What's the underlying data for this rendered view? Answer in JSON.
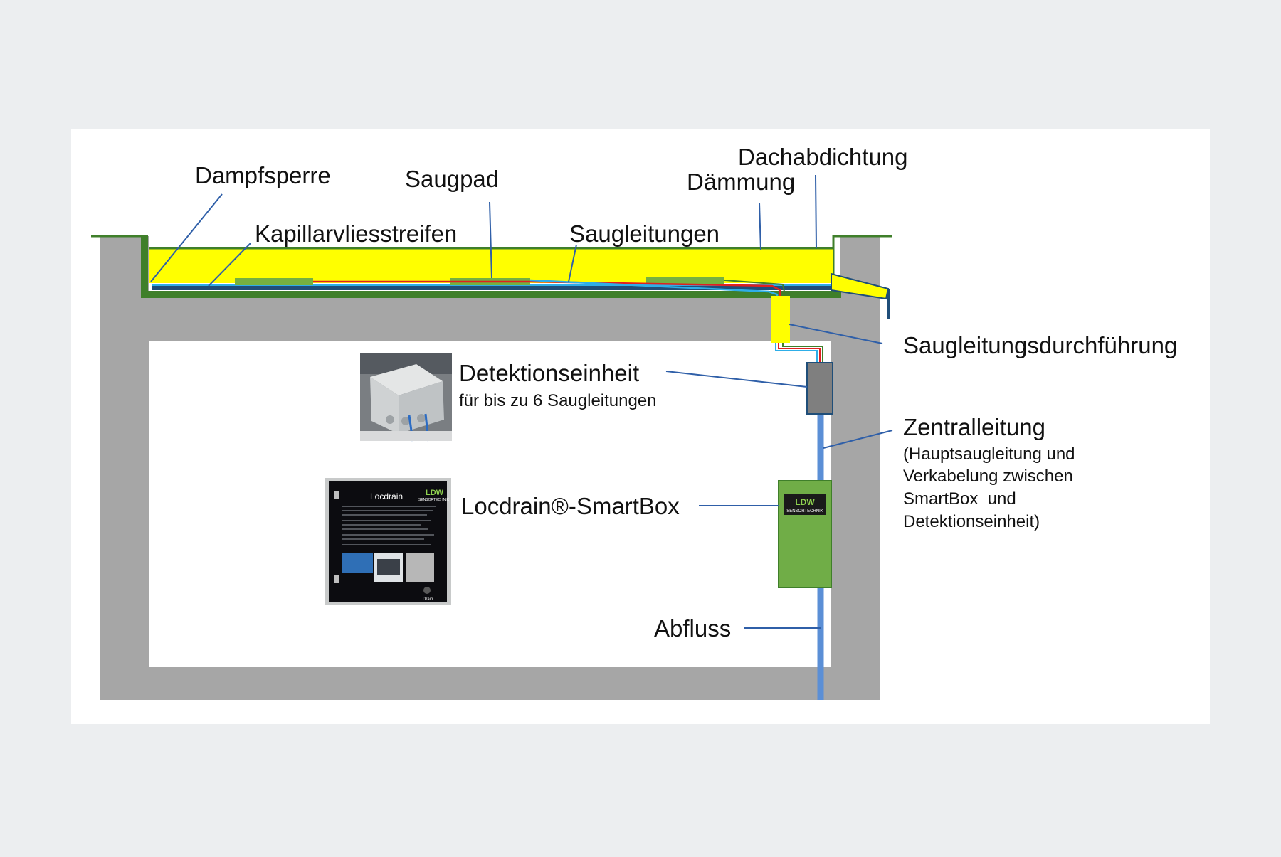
{
  "colors": {
    "background": "#eceef0",
    "panel": "#ffffff",
    "concrete": "#a6a6a6",
    "insulation": "#ffff00",
    "membrane": "#3f7f2a",
    "vapour_barrier": "#1f4e79",
    "pad": "#76b041",
    "pipe": "#5b8fd6",
    "suction_red": "#e02020",
    "suction_blue": "#2eaee8",
    "smartbox": "#70ad47",
    "detection_unit": "#7f7f7f",
    "leader": "#2f5fa8"
  },
  "labels": {
    "dampfsperre": "Dampfsperre",
    "kapillarvliesstreifen": "Kapillarvliesstreifen",
    "saugpad": "Saugpad",
    "saugleitungen": "Saugleitungen",
    "daemmung": "Dämmung",
    "dachabdichtung": "Dachabdichtung",
    "saugleitungsdurchfuehrung": "Saugleitungsdurchführung",
    "detektionseinheit": "Detektionseinheit",
    "detektionseinheit_sub": "für bis zu 6 Saugleitungen",
    "zentralleitung": "Zentralleitung",
    "zentralleitung_sub": [
      "(Hauptsaugleitung und",
      "Verkabelung zwischen",
      "SmartBox  und",
      "Detektionseinheit)"
    ],
    "smartbox": "Locdrain®-SmartBox",
    "abfluss": "Abfluss"
  },
  "smartbox_photo": {
    "title": "Locdrain",
    "brand": "LDW",
    "brand_sub": "SENSORTECHNIK",
    "button_caption": "Drain"
  },
  "smartbox_logo": {
    "brand": "LDW",
    "brand_sub": "SENSORTECHNIK"
  },
  "icons": {
    "detection_unit_photo": "junction-box-photo",
    "smartbox_photo": "smartbox-panel-photo"
  }
}
